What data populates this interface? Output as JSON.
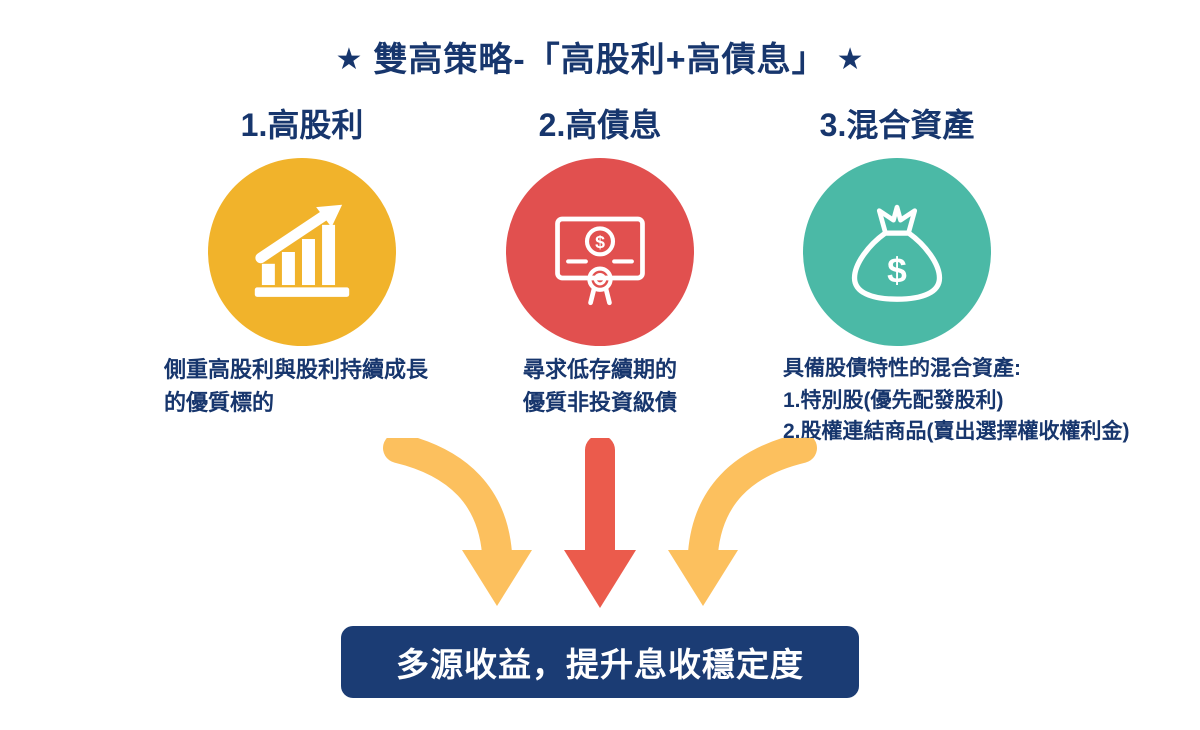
{
  "title": {
    "star": "★",
    "text": "雙高策略-「高股利+高債息」"
  },
  "columns": [
    {
      "heading": "1.高股利",
      "icon": "growth-chart-icon",
      "circle_color": "#F1B32B",
      "description_lines": [
        "側重高股利與股利持續成長",
        "的優質標的"
      ]
    },
    {
      "heading": "2.高債息",
      "icon": "bond-certificate-icon",
      "circle_color": "#E1504F",
      "description_lines": [
        "尋求低存續期的",
        "優質非投資級債"
      ]
    },
    {
      "heading": "3.混合資產",
      "icon": "money-bag-icon",
      "circle_color": "#4BB9A6",
      "description_lines": [
        "具備股債特性的混合資產:",
        "1.特別股(優先配發股利)",
        "2.股權連結商品(賣出選擇權收權利金)"
      ]
    }
  ],
  "arrows": {
    "left_color": "#FCC05E",
    "middle_color": "#EB5B4C",
    "right_color": "#FCC05E"
  },
  "conclusion": {
    "text": "多源收益，提升息收穩定度",
    "background": "#1B3C74"
  },
  "palette": {
    "text_navy": "#17366D",
    "white": "#FFFFFF"
  }
}
